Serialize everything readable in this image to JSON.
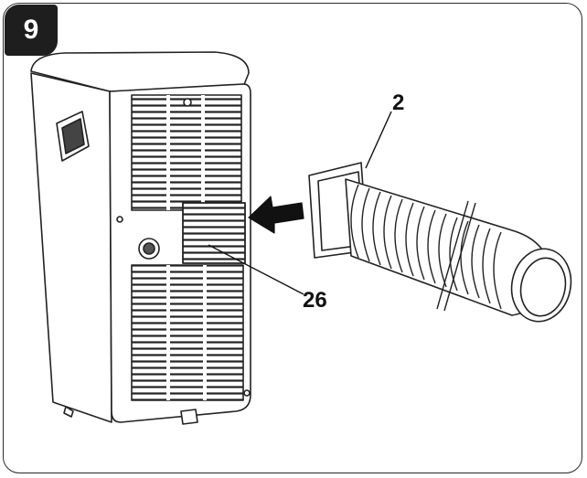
{
  "step": {
    "number": "9"
  },
  "callouts": {
    "hose": "2",
    "window_outlet": "26"
  }
}
